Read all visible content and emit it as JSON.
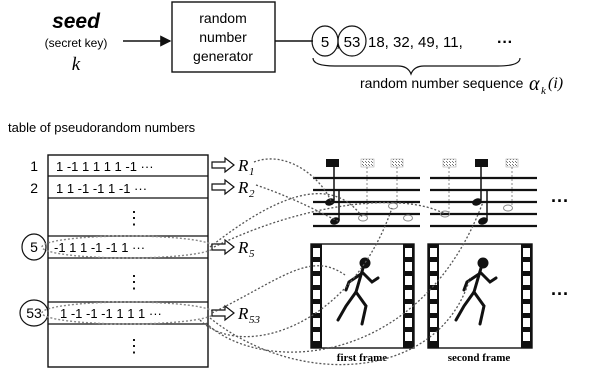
{
  "seed": {
    "title": "seed",
    "subtitle": "(secret key)",
    "symbol": "k"
  },
  "generator": {
    "line1": "random",
    "line2": "number",
    "line3": "generator"
  },
  "sequence": {
    "circled": [
      "5",
      "53"
    ],
    "rest": "18, 32, 49, 11,",
    "ellipsis": "···",
    "caption": "random number sequence",
    "symbol": "α",
    "symbol_sub": "k",
    "symbol_arg": "(i)"
  },
  "table": {
    "title": "table of pseudorandom numbers",
    "rows": [
      {
        "index": "1",
        "bits": "1 -1 1 1 1 1 -1 ···",
        "output": "R",
        "output_sub": "1"
      },
      {
        "index": "2",
        "bits": "1 1 -1 -1 1 -1 ···",
        "output": "R",
        "output_sub": "2"
      },
      {
        "index": "5",
        "bits": "-1 1 1 -1 -1 1 ···",
        "output": "R",
        "output_sub": "5"
      },
      {
        "index": "53",
        "bits": "1 -1 -1 -1 1 1 1 ···",
        "output": "R",
        "output_sub": "53"
      }
    ],
    "vdots": "⋮"
  },
  "frames": {
    "first_label": "first frame",
    "second_label": "second frame",
    "ellipsis": "···"
  },
  "colors": {
    "ink": "#111111",
    "hatch": "#9a9a9a",
    "dotted": "#555555"
  }
}
